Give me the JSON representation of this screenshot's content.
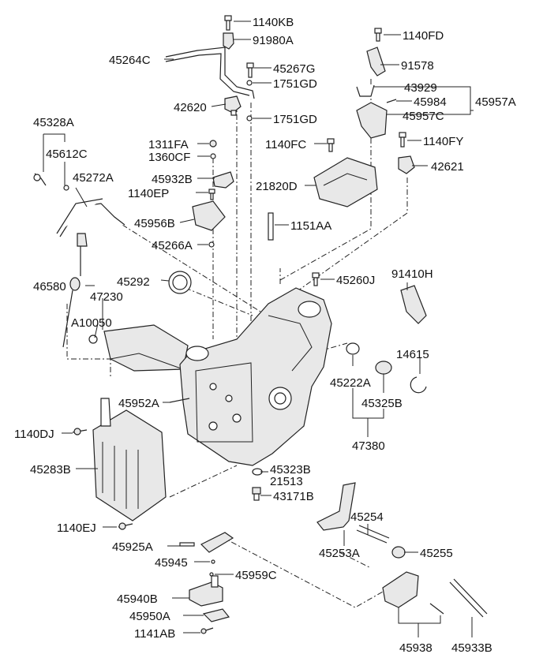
{
  "labels": {
    "p1140KB": "1140KB",
    "p91980A": "91980A",
    "p45264C": "45264C",
    "p45267G": "45267G",
    "p1751GD_a": "1751GD",
    "p42620": "42620",
    "p1751GD_b": "1751GD",
    "p1140FD": "1140FD",
    "p91578": "91578",
    "p43929": "43929",
    "p45984": "45984",
    "p45957A": "45957A",
    "p45957C": "45957C",
    "p1140FC": "1140FC",
    "p1140FY": "1140FY",
    "p42621": "42621",
    "p21820D": "21820D",
    "p45328A": "45328A",
    "p45612C": "45612C",
    "p1311FA": "1311FA",
    "p1360CF": "1360CF",
    "p45932B": "45932B",
    "p1140EP": "1140EP",
    "p45272A": "45272A",
    "p45956B": "45956B",
    "p1151AA": "1151AA",
    "p45266A": "45266A",
    "p91410H": "91410H",
    "p45260J": "45260J",
    "p45292": "45292",
    "p46580": "46580",
    "p47230": "47230",
    "pA10050": "A10050",
    "p14615": "14615",
    "p45222A": "45222A",
    "p45325B": "45325B",
    "p45952A": "45952A",
    "p47380": "47380",
    "p1140DJ": "1140DJ",
    "p45283B": "45283B",
    "p45323B": "45323B",
    "p21513": "21513",
    "p43171B": "43171B",
    "p45254": "45254",
    "p1140EJ": "1140EJ",
    "p45253A": "45253A",
    "p45255": "45255",
    "p45925A": "45925A",
    "p45945": "45945",
    "p45959C": "45959C",
    "p45940B": "45940B",
    "p45950A": "45950A",
    "p1141AB": "1141AB",
    "p45938": "45938",
    "p45933B": "45933B"
  },
  "colors": {
    "line": "#222222",
    "background": "#ffffff",
    "text": "#111111"
  }
}
